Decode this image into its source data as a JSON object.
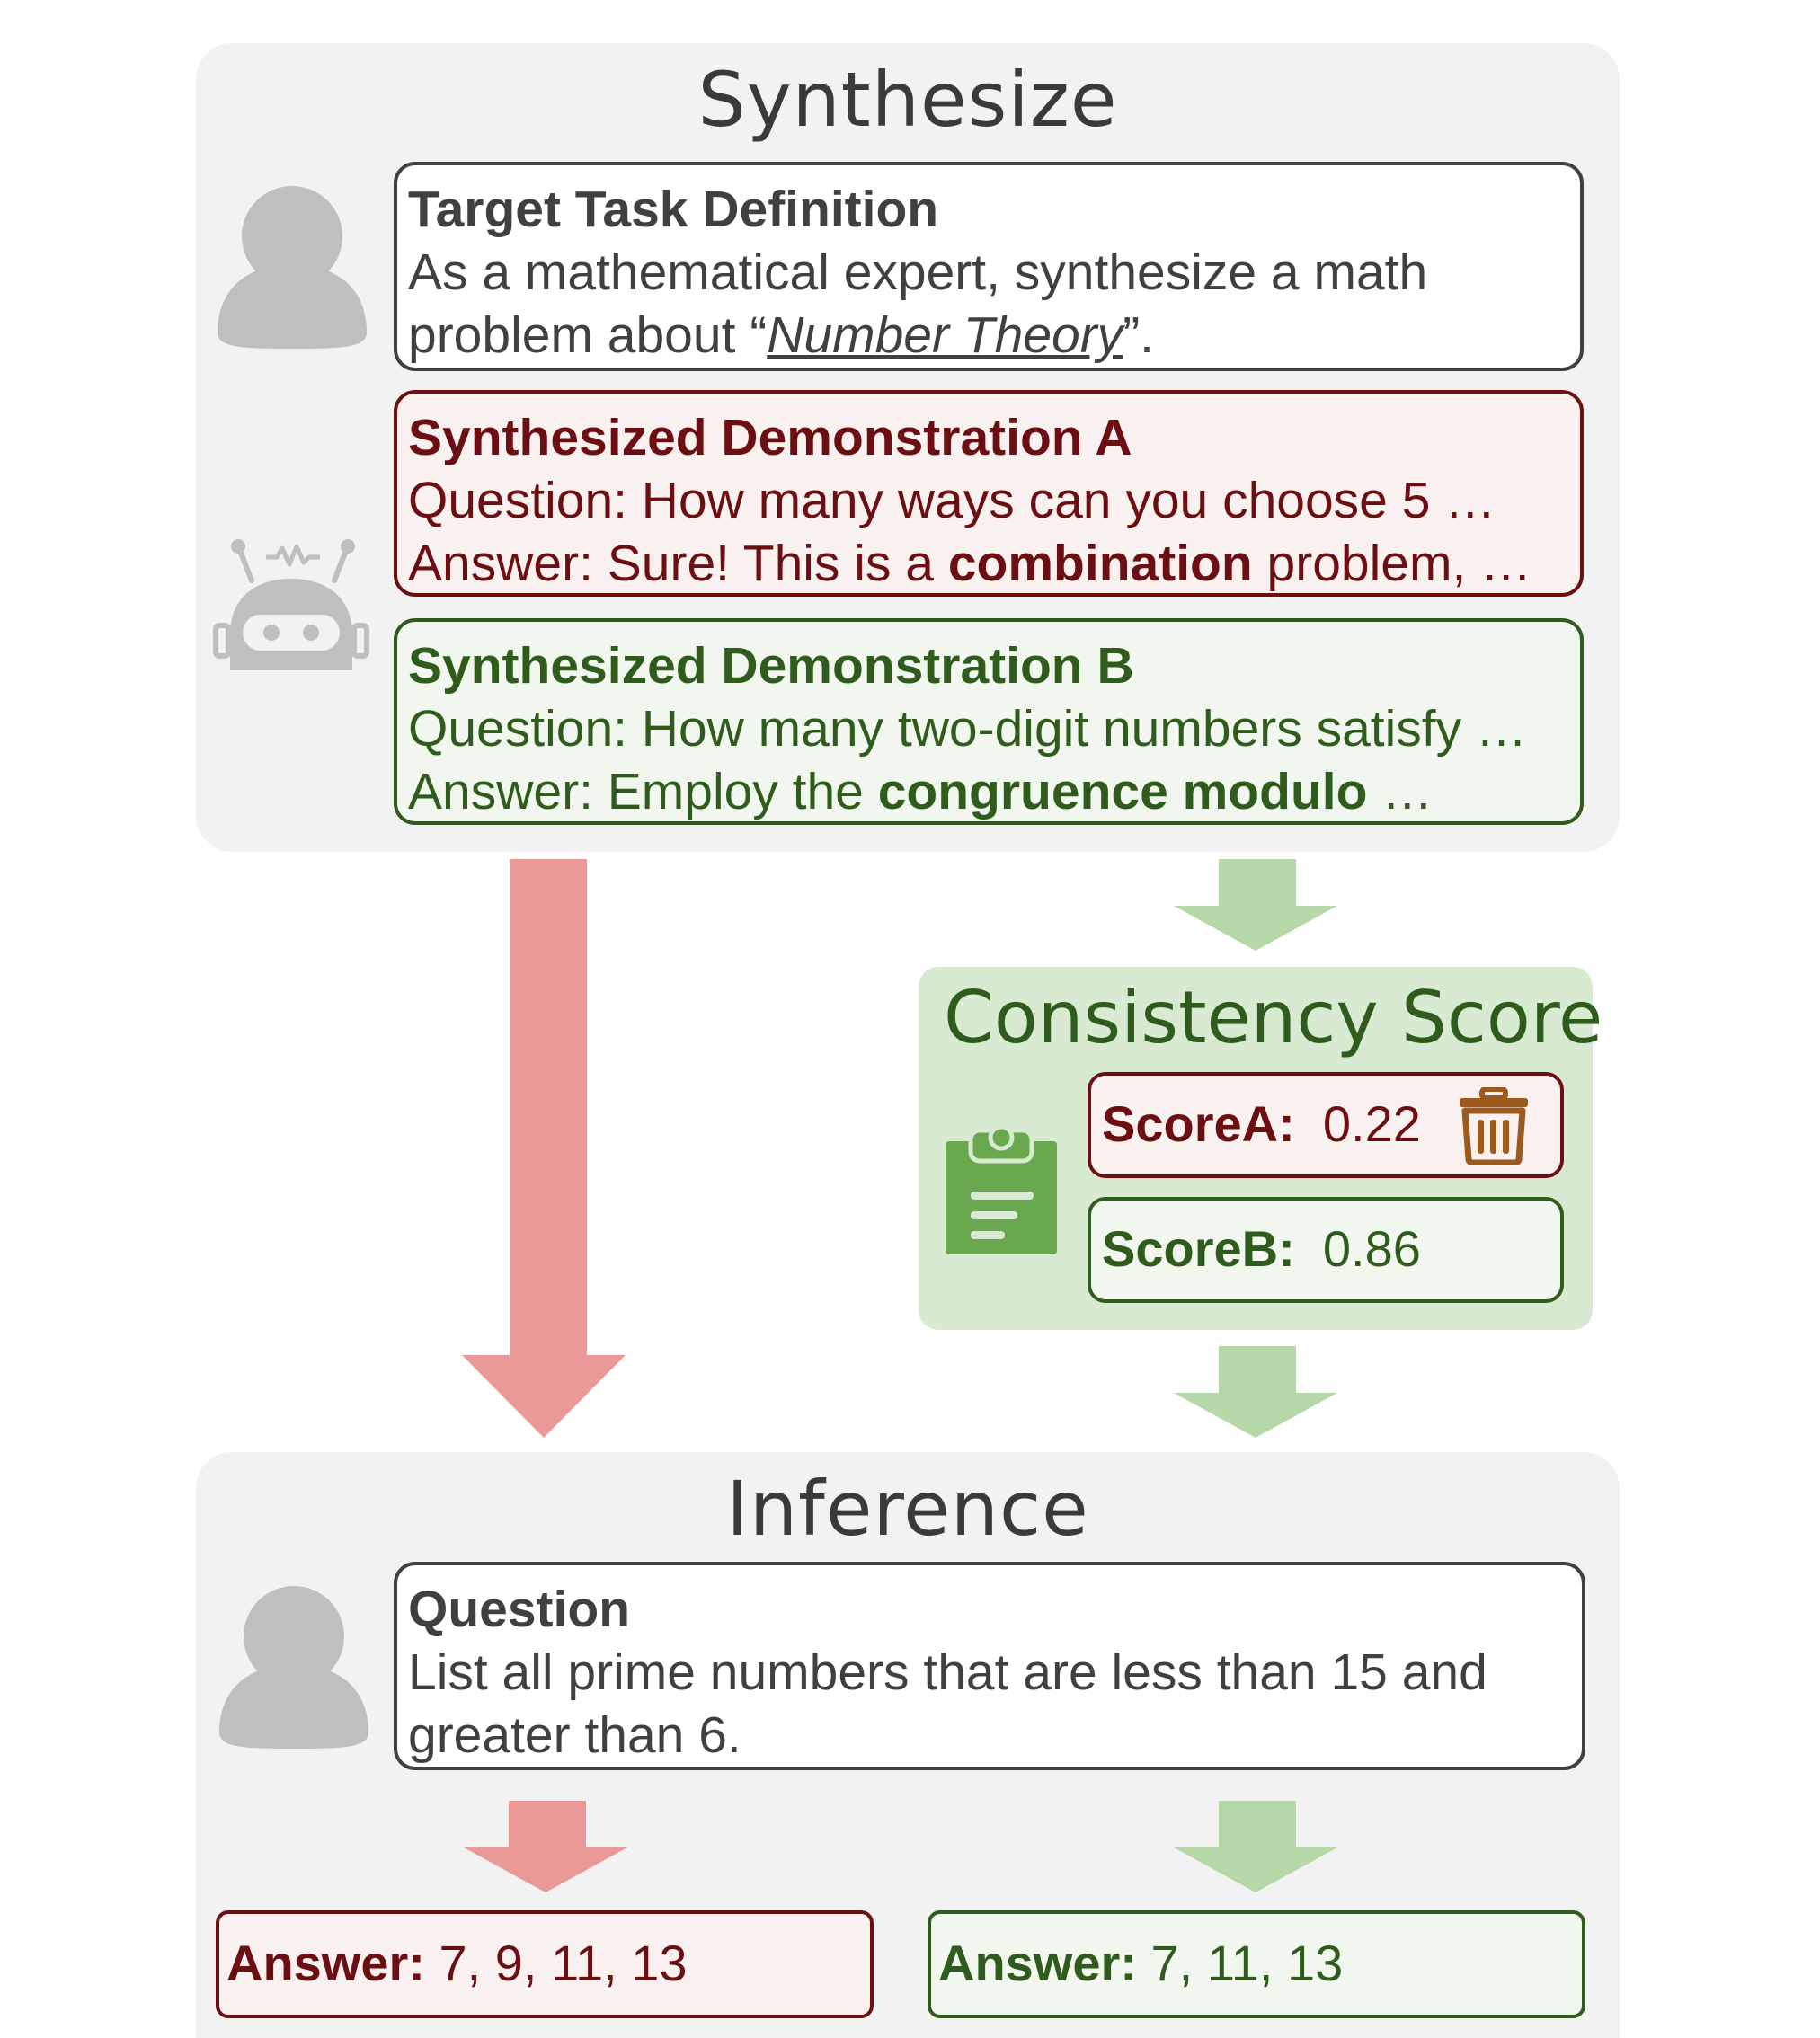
{
  "synthesize": {
    "title": "Synthesize",
    "task": {
      "heading": "Target Task Definition",
      "line1": "As a mathematical expert, synthesize a math",
      "line2_prefix": "problem about “",
      "topic": "Number Theory",
      "line2_suffix": "”."
    },
    "demo_a": {
      "heading": "Synthesized Demonstration A",
      "question": "Question: How many ways can you choose 5 …",
      "answer_prefix": "Answer: Sure! This is a ",
      "answer_bold": "combination",
      "answer_suffix": " problem, …"
    },
    "demo_b": {
      "heading": "Synthesized Demonstration B",
      "question": "Question: How many two-digit numbers satisfy …",
      "answer_prefix": "Answer: Employ the ",
      "answer_bold": "congruence modulo",
      "answer_suffix": " …"
    }
  },
  "consistency": {
    "title": "Consistency Score",
    "score_a_label": "ScoreA:",
    "score_a_value": "0.22",
    "score_b_label": "ScoreB:",
    "score_b_value": "0.86"
  },
  "inference": {
    "title": "Inference",
    "question_heading": "Question",
    "question_line1": "List all prime numbers that are less than 15 and",
    "question_line2": "greater than 6.",
    "answer_label": "Answer:",
    "answer_red": "7, 9, 11, 13",
    "answer_green": "7, 11, 13"
  },
  "colors": {
    "red_arrow": "#ea9898",
    "green_arrow": "#b6d7a8",
    "dark_red": "#6b0f12",
    "dark_green": "#2f5c1c",
    "icon_gray": "#bfbfbf"
  },
  "icons": [
    "user-icon",
    "robot-icon",
    "clipboard-icon",
    "trash-icon"
  ]
}
